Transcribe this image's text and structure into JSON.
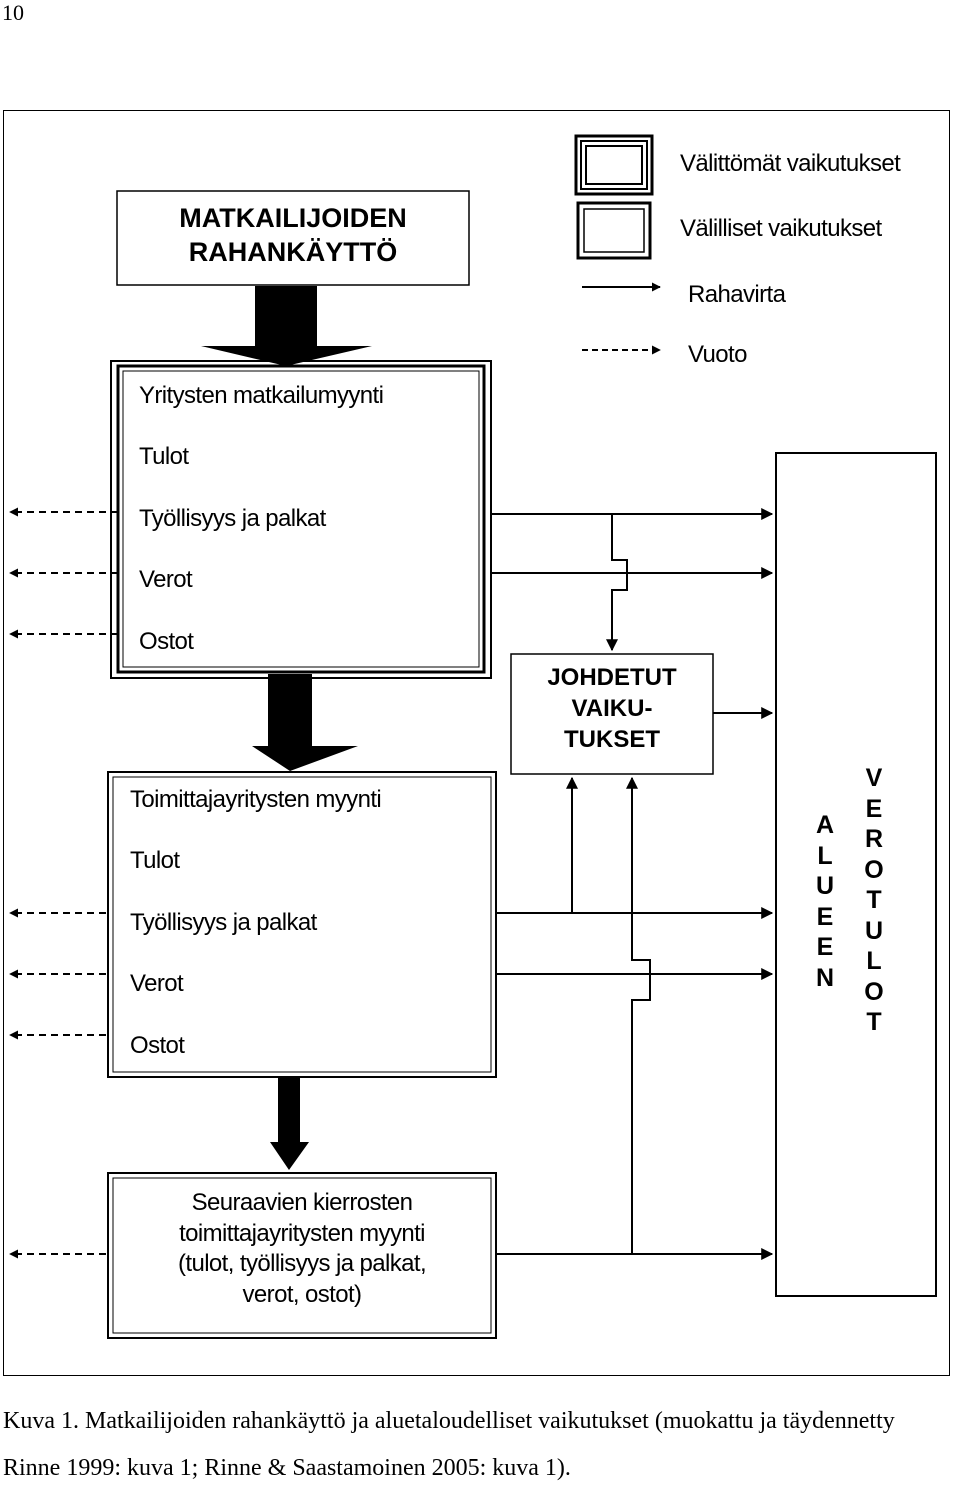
{
  "page_number": "10",
  "legend": {
    "direct": "Välittömät vaikutukset",
    "indirect": "Välilliset vaikutukset",
    "money_flow": "Rahavirta",
    "leakage": "Vuoto"
  },
  "spending_box": {
    "line1": "MATKAILIJOIDEN",
    "line2": "RAHANKÄYTTÖ"
  },
  "box1": {
    "title": "Yritysten matkailumyynti",
    "items": [
      "Tulot",
      "Työllisyys ja palkat",
      "Verot",
      "Ostot"
    ]
  },
  "box2": {
    "title": "Toimittajayritysten myynti",
    "items": [
      "Tulot",
      "Työllisyys ja palkat",
      "Verot",
      "Ostot"
    ]
  },
  "box3": {
    "lines": [
      "Seuraavien kierrosten",
      "toimittajayritysten myynti",
      "(tulot, työllisyys ja palkat,",
      "verot, ostot)"
    ]
  },
  "induced": {
    "lines": [
      "JOHDETUT",
      "VAIKU-",
      "TUKSET"
    ]
  },
  "region": {
    "col1": "ALUEEN",
    "col2": "VEROTULOT"
  },
  "caption": "Kuva 1. Matkailijoiden rahankäyttö ja aluetaloudelliset vaikutukset (muokattu ja täydennetty Rinne 1999: kuva 1; Rinne & Saastamoinen 2005: kuva 1)."
}
